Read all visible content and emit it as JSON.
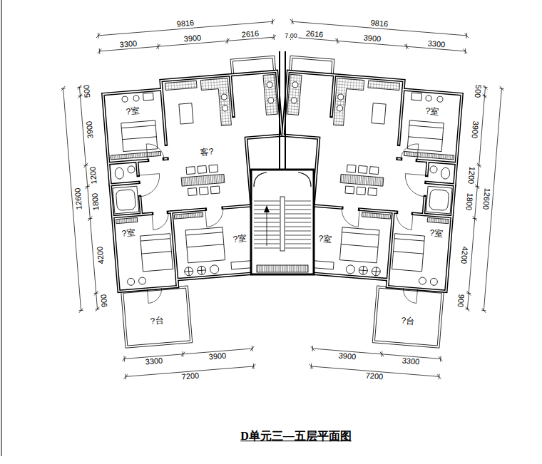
{
  "diagram": {
    "title": "D单元三—五层平面图",
    "labels": [
      "9816",
      "3300",
      "3900",
      "2616",
      "7.00",
      "2616",
      "9816",
      "3900",
      "3300",
      "500",
      "3900",
      "1200",
      "12600",
      "1800",
      "4200",
      "900",
      "500",
      "3900",
      "1200",
      "12600",
      "1800",
      "4200",
      "900",
      "?室",
      "客?",
      "?室",
      "?室",
      "?台",
      "?室",
      "?室",
      "?室",
      "?台",
      "3300",
      "3900",
      "7200",
      "3900",
      "3300",
      "7200"
    ]
  }
}
